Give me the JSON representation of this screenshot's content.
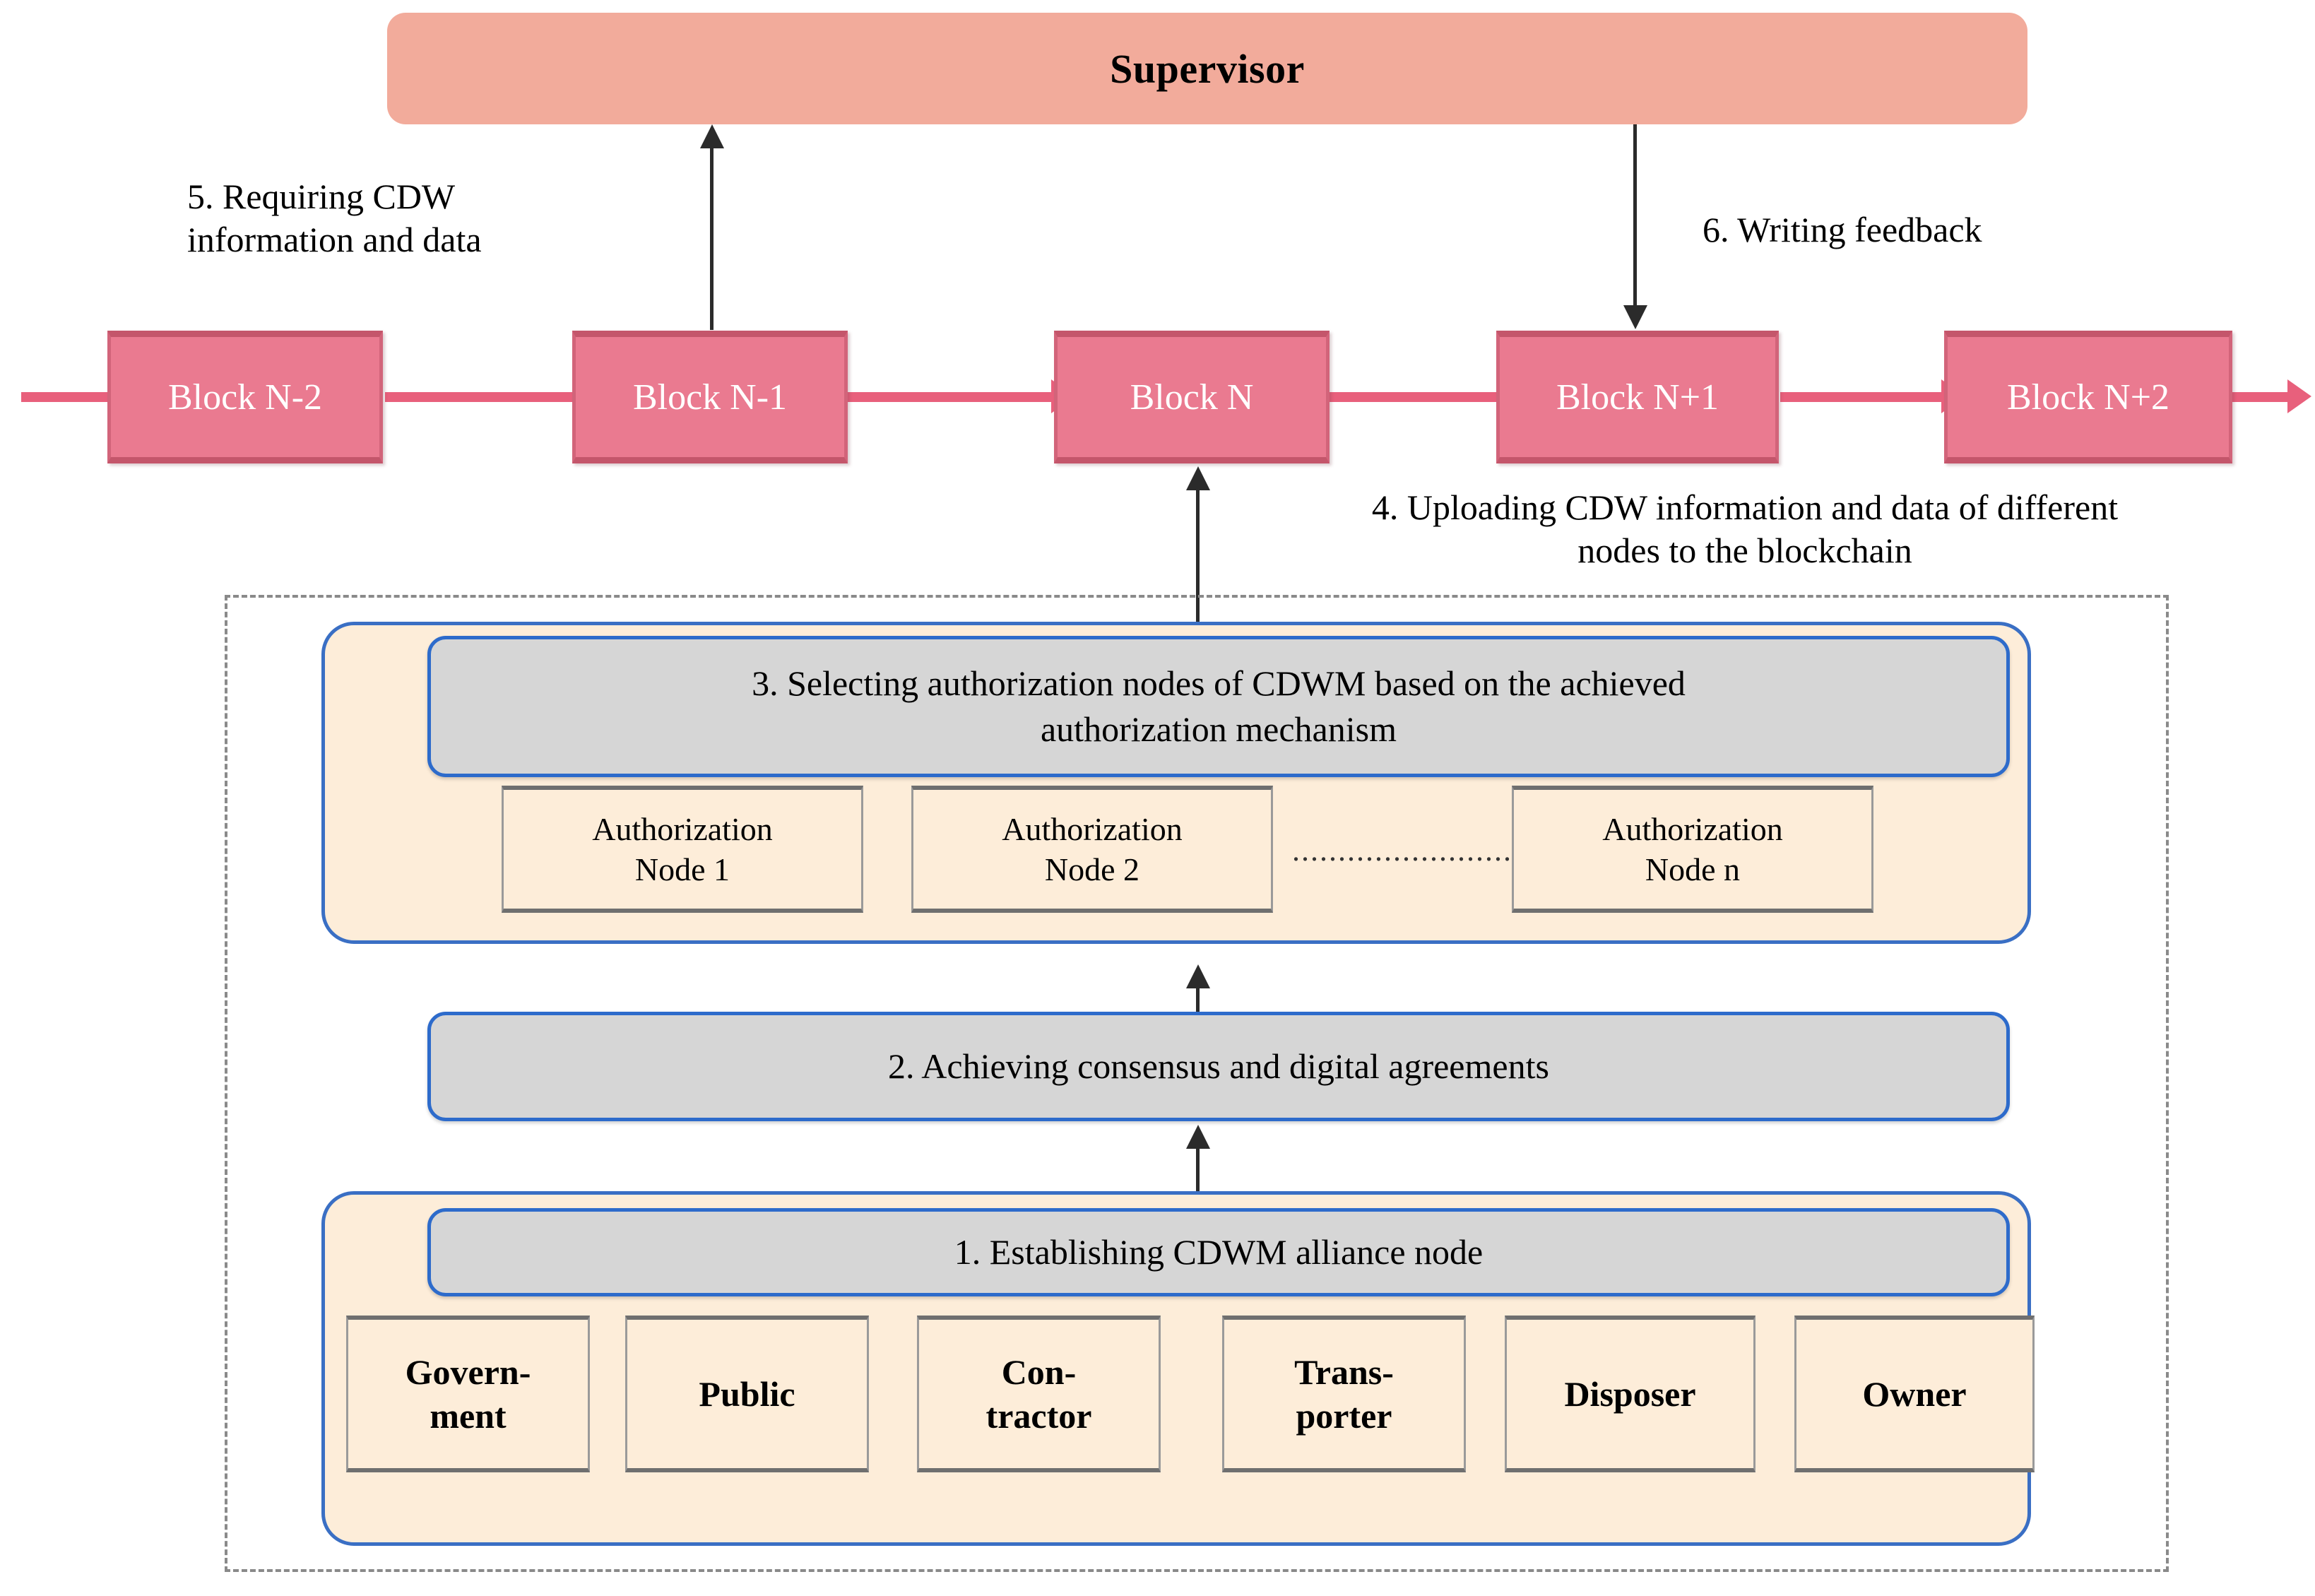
{
  "supervisor": {
    "label": "Supervisor"
  },
  "blockchain": {
    "blocks": [
      {
        "label": "Block N-2"
      },
      {
        "label": "Block N-1"
      },
      {
        "label": "Block N"
      },
      {
        "label": "Block N+1"
      },
      {
        "label": "Block N+2"
      }
    ]
  },
  "flows": {
    "step5": "5. Requiring CDW\ninformation and data",
    "step5_line1": "5. Requiring CDW",
    "step5_line2": "information and data",
    "step6": "6. Writing feedback",
    "step4_line1": "4. Uploading CDW information and data of different",
    "step4_line2": "nodes to the blockchain"
  },
  "steps": {
    "step3_line1": "3. Selecting authorization nodes of CDWM based on the achieved",
    "step3_line2": "authorization mechanism",
    "step2": "2. Achieving consensus and digital agreements",
    "step1": "1. Establishing CDWM alliance node"
  },
  "authorization_nodes": [
    {
      "line1": "Authorization",
      "line2": "Node 1"
    },
    {
      "line1": "Authorization",
      "line2": "Node 2"
    },
    {
      "line1": "Authorization",
      "line2": "Node n"
    }
  ],
  "ellipsis": "........................",
  "stakeholders": [
    {
      "line1": "Govern-",
      "line2": "ment"
    },
    {
      "line1": "Public",
      "line2": ""
    },
    {
      "line1": "Con-",
      "line2": "tractor"
    },
    {
      "line1": "Trans-",
      "line2": "porter"
    },
    {
      "line1": "Disposer",
      "line2": ""
    },
    {
      "line1": "Owner",
      "line2": ""
    }
  ],
  "colors": {
    "supervisor_fill": "#F2AB9B",
    "block_fill": "#EA7A90",
    "block_border": "#C4566B",
    "chain_arrow": "#E8607C",
    "panel_fill": "#FDEDD9",
    "panel_border": "#3A6FC4",
    "step_bar_fill": "#D6D6D6",
    "step_bar_border": "#2D6BCB",
    "dashed_border": "#8a8a8a",
    "arrow_black": "#2b2b2b"
  }
}
